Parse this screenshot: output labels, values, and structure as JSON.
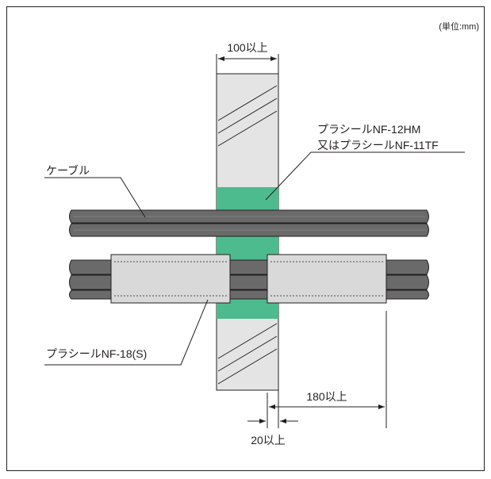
{
  "unit_note": "(単位:mm)",
  "dimensions": {
    "wall_thickness": "100以上",
    "sleeve_length": "180以上",
    "sleeve_protrusion": "20以上"
  },
  "labels": {
    "cable": "ケーブル",
    "seal_material_line1": "プラシールNF-12HM",
    "seal_material_line2": "又はプラシールNF-11TF",
    "sleeve": "プラシールNF-18(S)"
  },
  "colors": {
    "seal_green": "#4dbb8e",
    "wall_gray": "#e4e4e4",
    "cable_dark": "#6a6a6a",
    "sleeve_light": "#d9d9d9",
    "line": "#231f20"
  }
}
